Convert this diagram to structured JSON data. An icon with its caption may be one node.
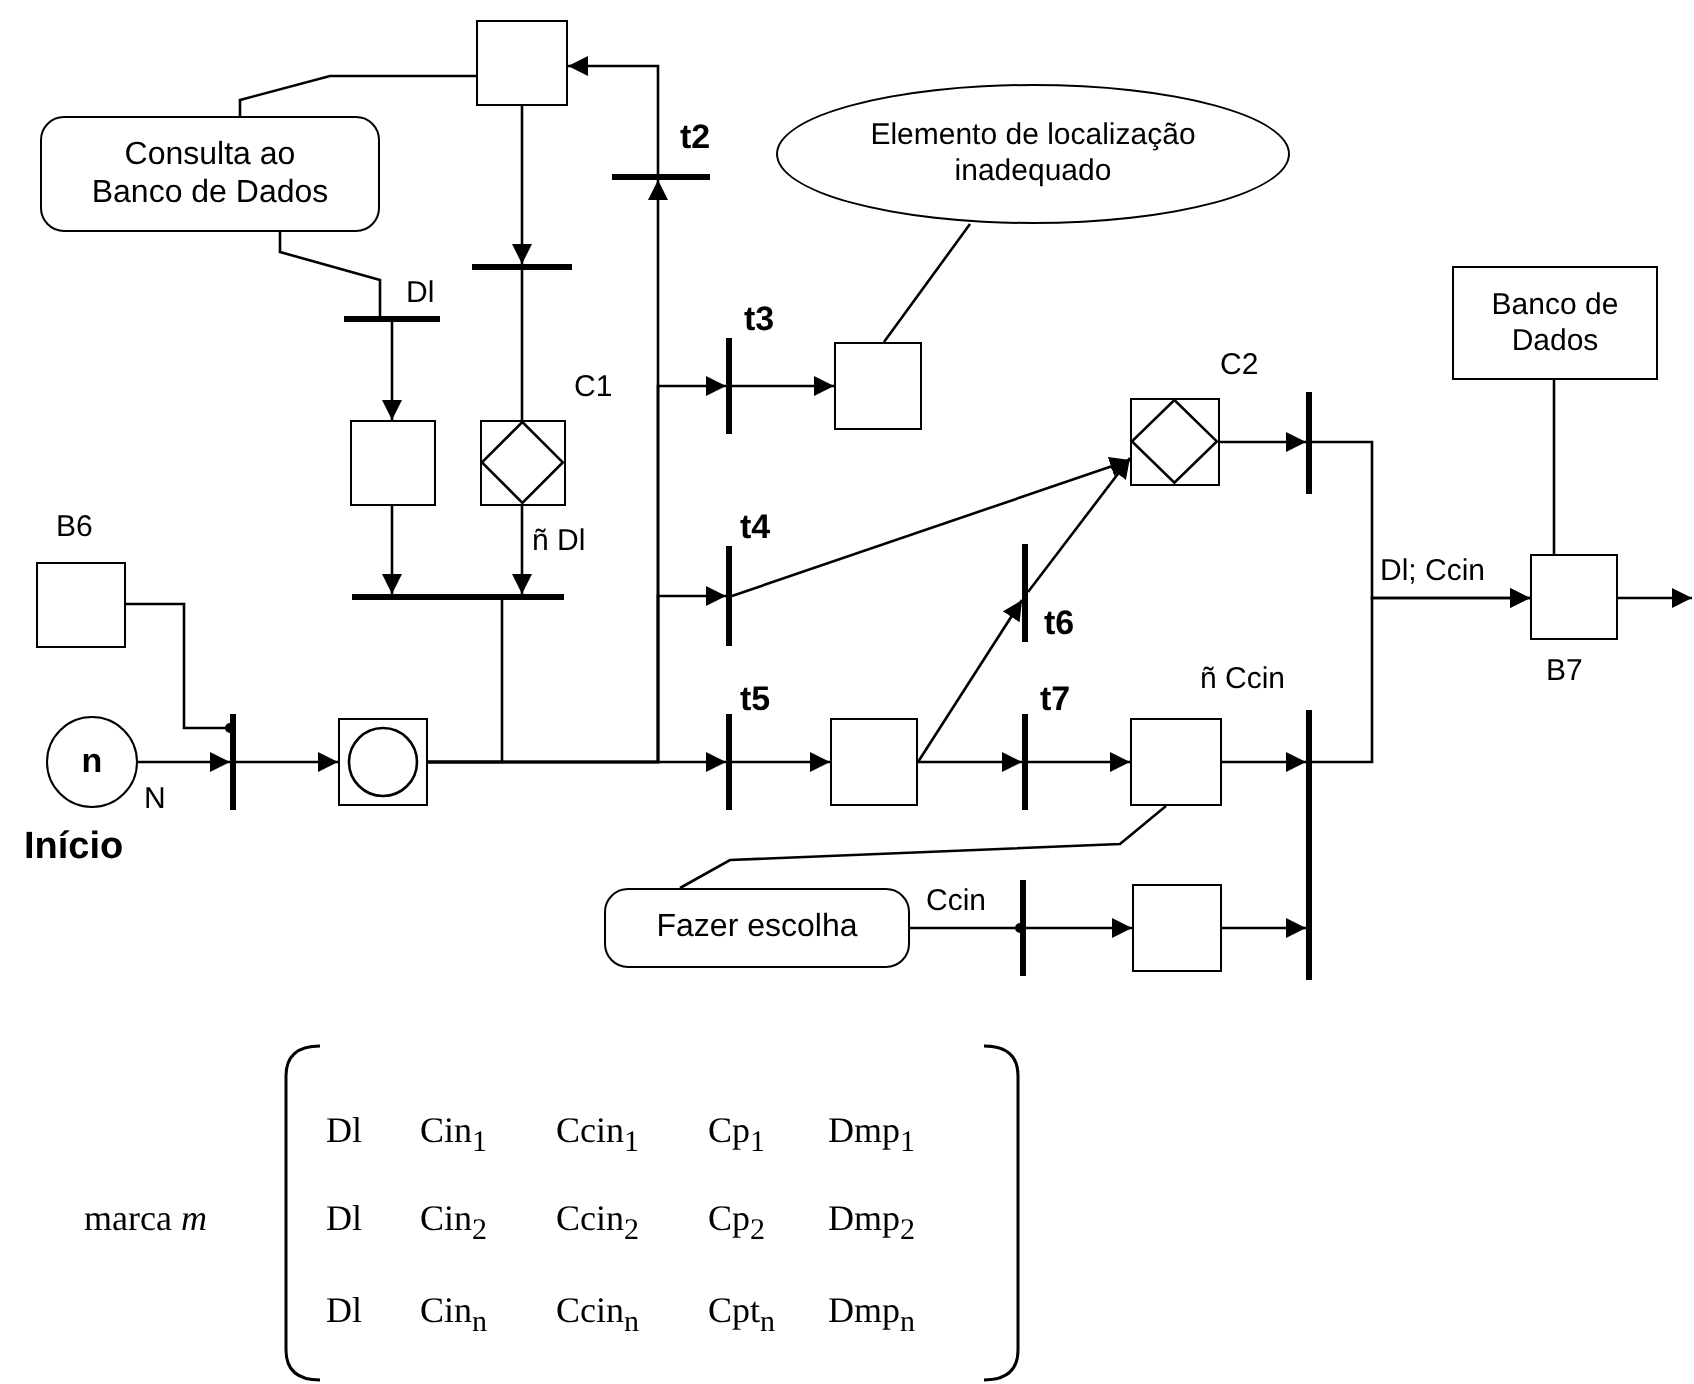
{
  "diagram": {
    "nodes": [
      {
        "text": [],
        "shape": "box"
      },
      {
        "text": [
          "Consulta ao Banco de Dados"
        ]
      },
      {
        "text": [],
        "shape": "bar",
        "beside": [
          "t2"
        ]
      },
      {
        "text": [
          "Elemento de localização inadequado"
        ]
      },
      {
        "text": [],
        "shape": "bar"
      },
      {
        "text": [],
        "shape": "bar",
        "beside": [
          "Dl"
        ]
      },
      {
        "text": [
          "Banco de Dados"
        ]
      },
      {
        "text": [],
        "shape": "bar",
        "beside": [
          "t3"
        ]
      },
      {
        "text": [],
        "shape": "box"
      },
      {
        "text": [],
        "shape": "box"
      },
      {
        "text": [],
        "shape": "diamond",
        "beside": [
          "C1"
        ]
      },
      {
        "text": [],
        "shape": "diamond",
        "beside": [
          "C2"
        ]
      },
      {
        "text": [],
        "shape": "bar"
      },
      {
        "text": [],
        "shape": "bar",
        "beside": [
          "t4"
        ]
      },
      {
        "text": [],
        "shape": "bar",
        "beside": [
          "t6"
        ]
      },
      {
        "text": [],
        "shape": "bar"
      },
      {
        "text": [],
        "shape": "box",
        "beside": [
          "B6"
        ]
      },
      {
        "text": [],
        "shape": "box",
        "beside": [
          "B7"
        ]
      },
      {
        "text": [
          "n"
        ],
        "beside": [
          "N",
          "Início"
        ]
      },
      {
        "text": [],
        "shape": "bar"
      },
      {
        "text": [],
        "shape": "circle"
      },
      {
        "text": [],
        "shape": "bar",
        "beside": [
          "t5"
        ]
      },
      {
        "text": [],
        "shape": "box"
      },
      {
        "text": [],
        "shape": "bar",
        "beside": [
          "t7"
        ]
      },
      {
        "text": [],
        "shape": "box"
      },
      {
        "text": [],
        "shape": "bar"
      },
      {
        "text": [
          "Fazer escolha"
        ]
      },
      {
        "text": [],
        "shape": "bar"
      },
      {
        "text": [],
        "shape": "box"
      }
    ],
    "edges": [
      {
        "from": 1,
        "to": 0,
        "arrow": "none"
      },
      {
        "from": 1,
        "to": 5,
        "arrow": "none"
      },
      {
        "from": 20,
        "to": 2,
        "arrow": "to"
      },
      {
        "from": 2,
        "to": 0,
        "arrow": "to"
      },
      {
        "from": 0,
        "to": 4,
        "arrow": "to"
      },
      {
        "from": 4,
        "to": 10,
        "arrow": "none"
      },
      {
        "from": 5,
        "to": 9,
        "arrow": "to"
      },
      {
        "from": 9,
        "to": 15,
        "arrow": "to"
      },
      {
        "from": 10,
        "to": 15,
        "arrow": "to",
        "label": "ñ Dl"
      },
      {
        "from": 15,
        "to": 20,
        "arrow": "none"
      },
      {
        "from": 20,
        "to": 7,
        "arrow": "to"
      },
      {
        "from": 7,
        "to": 8,
        "arrow": "to"
      },
      {
        "from": 3,
        "to": 8,
        "arrow": "none"
      },
      {
        "from": 20,
        "to": 13,
        "arrow": "to"
      },
      {
        "from": 13,
        "to": 11,
        "arrow": "to"
      },
      {
        "from": 20,
        "to": 21,
        "arrow": "to"
      },
      {
        "from": 21,
        "to": 22,
        "arrow": "to"
      },
      {
        "from": 22,
        "to": 14,
        "arrow": "to"
      },
      {
        "from": 14,
        "to": 11,
        "arrow": "to"
      },
      {
        "from": 22,
        "to": 23,
        "arrow": "to"
      },
      {
        "from": 23,
        "to": 24,
        "arrow": "to"
      },
      {
        "from": 24,
        "to": 25,
        "arrow": "to",
        "label": "ñ Ccin"
      },
      {
        "from": 24,
        "to": 26,
        "arrow": "none"
      },
      {
        "from": 26,
        "to": 27,
        "arrow": "other",
        "label": "Ccin"
      },
      {
        "from": 27,
        "to": 28,
        "arrow": "to"
      },
      {
        "from": 28,
        "to": 25,
        "arrow": "to"
      },
      {
        "from": 11,
        "to": 12,
        "arrow": "to"
      },
      {
        "from": 12,
        "to": 17,
        "arrow": "to",
        "label": "Dl; Ccin"
      },
      {
        "from": 25,
        "to": 17,
        "arrow": "to"
      },
      {
        "from": 6,
        "to": 17,
        "arrow": "none"
      },
      {
        "from": 17,
        "to": null,
        "arrow": "to"
      },
      {
        "from": 18,
        "to": 19,
        "arrow": "to"
      },
      {
        "from": 16,
        "to": 19,
        "arrow": "other"
      },
      {
        "from": 19,
        "to": 20,
        "arrow": "to"
      }
    ],
    "labels": [
      "marca *m*",
      "Dl",
      "Cin$_{1}$",
      "Ccin$_{1}$",
      "Cp$_{1}$",
      "Dmp$_{1}$",
      "Dl",
      "Cin$_{2}$",
      "Ccin$_{2}$",
      "Cp$_{2}$",
      "Dmp$_{2}$",
      "Dl",
      "Cin$_{n}$",
      "Ccin$_{n}$",
      "Cpt$_{n}$",
      "Dmp$_{n}$"
    ]
  }
}
